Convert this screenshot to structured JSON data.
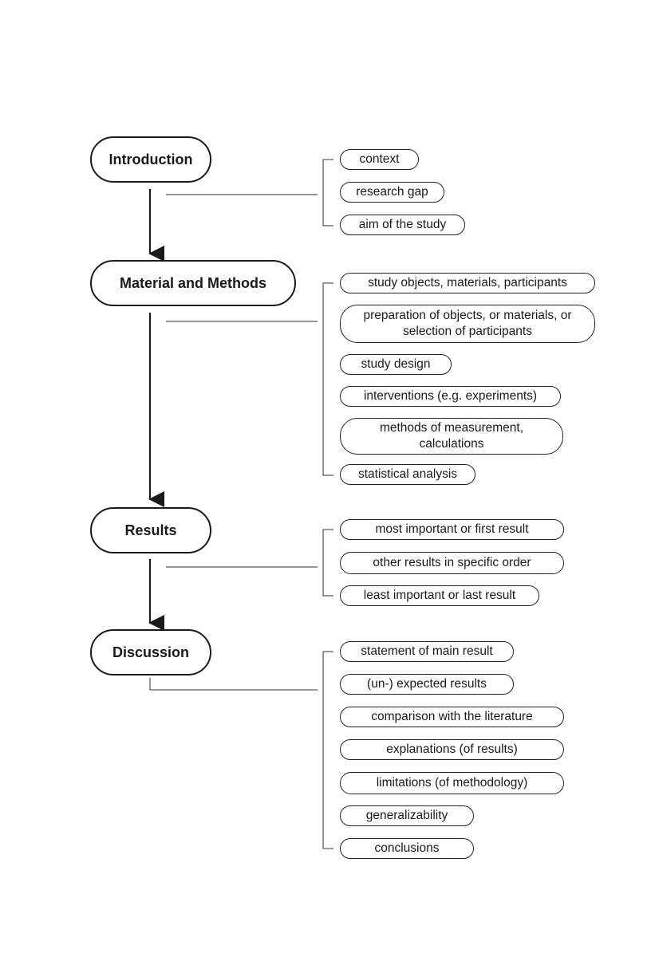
{
  "sections": [
    {
      "id": "introduction",
      "title": "Introduction",
      "items": [
        "context",
        "research gap",
        "aim of the study"
      ]
    },
    {
      "id": "material-methods",
      "title": "Material and Methods",
      "items": [
        "study objects, materials, participants",
        "preparation of objects, or materials, or selection of participants",
        "study design",
        "interventions (e.g. experiments)",
        "methods of measurement, calculations",
        "statistical analysis"
      ]
    },
    {
      "id": "results",
      "title": "Results",
      "items": [
        "most important or first result",
        "other results in specific order",
        "least important or last result"
      ]
    },
    {
      "id": "discussion",
      "title": "Discussion",
      "items": [
        "statement of main result",
        "(un-) expected results",
        "comparison with the literature",
        "explanations (of results)",
        "limitations (of methodology)",
        "generalizability",
        "conclusions"
      ]
    }
  ]
}
